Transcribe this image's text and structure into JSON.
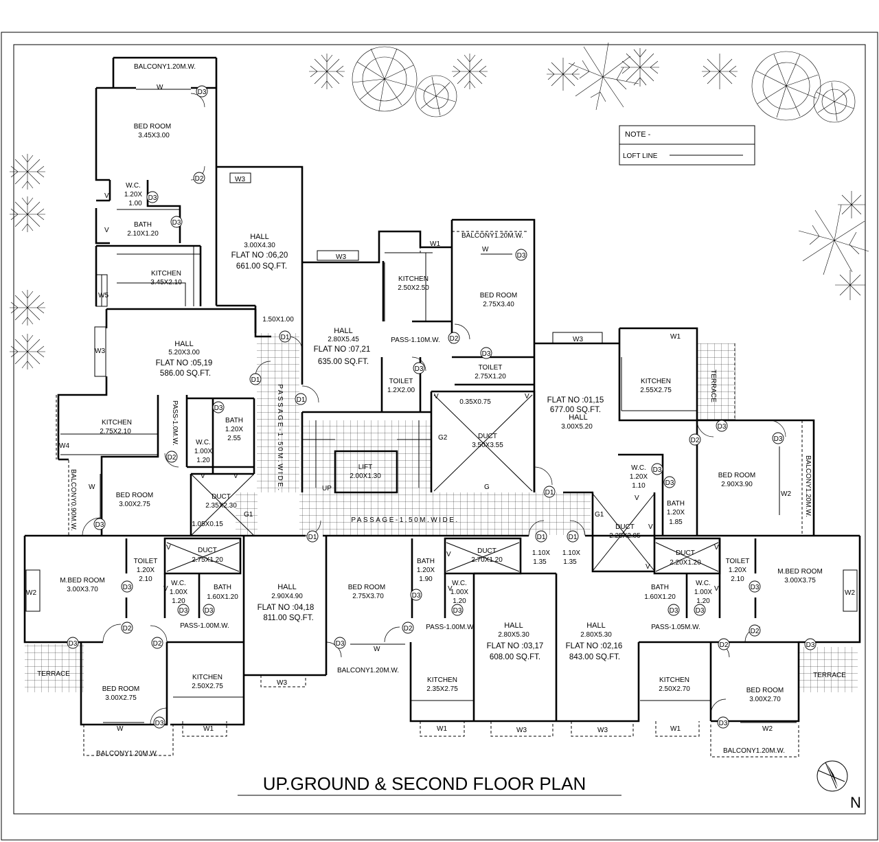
{
  "title": "UP.GROUND & SECOND FLOOR PLAN",
  "north": "N",
  "note": {
    "heading": "NOTE -",
    "loft": "LOFT LINE"
  },
  "flats": {
    "f0620": {
      "hall": "HALL",
      "size": "3.00X4.30",
      "flat": "FLAT NO :06,20",
      "area": "661.00 SQ.FT."
    },
    "f0519": {
      "hall": "HALL",
      "size": "5.20X3.00",
      "flat": "FLAT NO :05,19",
      "area": "586.00 SQ.FT."
    },
    "f0721": {
      "hall": "HALL",
      "size": "2.80X5.45",
      "flat": "FLAT NO :07,21",
      "area": "635.00 SQ.FT."
    },
    "f0115": {
      "flat": "FLAT NO :01,15",
      "area": "677.00 SQ.FT.",
      "hall": "HALL",
      "size": "3.00X5.20"
    },
    "f0418": {
      "hall": "HALL",
      "size": "2.90X4.90",
      "flat": "FLAT NO :04,18",
      "area": "811.00 SQ.FT."
    },
    "f0317": {
      "hall": "HALL",
      "size": "2.80X5.30",
      "flat": "FLAT NO :03,17",
      "area": "608.00 SQ.FT."
    },
    "f0216": {
      "hall": "HALL",
      "size": "2.80X5.30",
      "flat": "FLAT NO :02,16",
      "area": "843.00 SQ.FT."
    }
  },
  "rooms": {
    "bal_top": "BALCONY1.20M.W.",
    "bed_a": [
      "BED ROOM",
      "3.45X3.00"
    ],
    "wc_a": [
      "W.C.",
      "1.20X",
      "1.00"
    ],
    "bath_a": [
      "BATH",
      "2.10X1.20"
    ],
    "kit_a": [
      "KITCHEN",
      "3.45X2.10"
    ],
    "kit_b": [
      "KITCHEN",
      "2.75X2.10"
    ],
    "pass_b": "PASS-1.0M.W.",
    "bath_b": [
      "BATH",
      "1.20X",
      "2.55"
    ],
    "wc_b": [
      "W.C.",
      "1.00X",
      "1.20"
    ],
    "bal_left": "BALCONY0.90M.W.",
    "bed_b": [
      "BED ROOM",
      "3.00X2.75"
    ],
    "duct_b": [
      "DUCT",
      "2.35X2.30"
    ],
    "small_b": "1.05X0.15",
    "small_c": "1.50X1.00",
    "passage_v": "PASSAGE-1.50M.WIDE.",
    "passage_h": "PASSAGE-1.50M.WIDE.",
    "lift": [
      "LIFT",
      "2.00X1.30"
    ],
    "up": "UP",
    "kit_c": [
      "KITCHEN",
      "2.50X2.50"
    ],
    "pass_c": "PASS-1.10M.W.",
    "toilet_c": [
      "TOILET",
      "1.2X2.00"
    ],
    "bal_c": "BALCONY1.20M.W.",
    "bed_c": [
      "BED ROOM",
      "2.75X3.40"
    ],
    "toilet_c2": [
      "TOILET",
      "2.75X1.20"
    ],
    "small_d": "0.35X0.75",
    "duct_c": [
      "DUCT",
      "3.50X3.55"
    ],
    "kit_d": [
      "KITCHEN",
      "2.55X2.75"
    ],
    "terrace": "TERRACE",
    "bed_d": [
      "BED ROOM",
      "2.90X3.90"
    ],
    "bal_right": "BALCONY1.20M.W.",
    "wc_d": [
      "W.C.",
      "1.20X",
      "1.10"
    ],
    "bath_d": [
      "BATH",
      "1.20X",
      "1.85"
    ],
    "duct_d": [
      "DUCT",
      "2.25X2.85"
    ],
    "mbed_l": [
      "M.BED ROOM",
      "3.00X3.70"
    ],
    "toilet_l": [
      "TOILET",
      "1.20X",
      "2.10"
    ],
    "duct_e": [
      "DUCT",
      "2.75X1.20"
    ],
    "wc_e": [
      "W.C.",
      "1.00X",
      "1.20"
    ],
    "bath_e": [
      "BATH",
      "1.60X1.20"
    ],
    "pass_e": "PASS-1.00M.W.",
    "bed_e": [
      "BED ROOM",
      "3.00X2.75"
    ],
    "kit_e": [
      "KITCHEN",
      "2.50X2.75"
    ],
    "bal_e": "BALCONY1.20M.W.",
    "bed_f": [
      "BED ROOM",
      "2.75X3.70"
    ],
    "bath_f": [
      "BATH",
      "1.20X",
      "1.90"
    ],
    "duct_f": [
      "DUCT",
      "2.70X1.20"
    ],
    "wc_f": [
      "W.C.",
      "1.00X",
      "1.20"
    ],
    "pass_f": "PASS-1.00M.W.",
    "bal_f": "BALCONY1.20M.W.",
    "kit_f": [
      "KITCHEN",
      "2.35X2.75"
    ],
    "small_g": [
      "1.10X",
      "1.35"
    ],
    "small_h": [
      "1.10X",
      "1.35"
    ],
    "duct_g": [
      "DUCT",
      "2.20X1.20"
    ],
    "toilet_r": [
      "TOILET",
      "1.20X",
      "2.10"
    ],
    "mbed_r": [
      "M.BED ROOM",
      "3.00X3.75"
    ],
    "bath_g": [
      "BATH",
      "1.60X1.20"
    ],
    "wc_g": [
      "W.C.",
      "1.00X",
      "1.20"
    ],
    "pass_g": "PASS-1.05M.W.",
    "kit_g": [
      "KITCHEN",
      "2.50X2.70"
    ],
    "bed_g": [
      "BED ROOM",
      "3.00X2.70"
    ],
    "bal_g": "BALCONY1.20M.W."
  },
  "windows": {
    "W": "W",
    "W1": "W1",
    "W2": "W2",
    "W3": "W3",
    "W4": "W4",
    "W5": "W5",
    "V": "V",
    "G": "G",
    "G1": "G1",
    "G2": "G2"
  },
  "doors": {
    "D1": "D1",
    "D2": "D2",
    "D3": "D3"
  }
}
